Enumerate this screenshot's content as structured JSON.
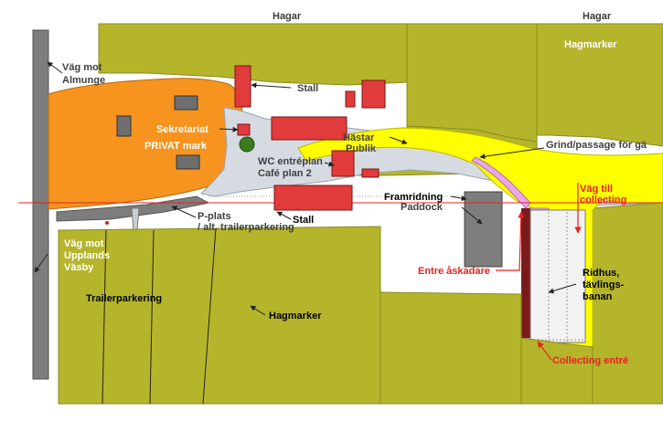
{
  "colors": {
    "field": "#b5b52c",
    "field_stroke": "#8a8a1c",
    "private": "#f6941f",
    "building": "#e13b3b",
    "road": "#7d7d7d",
    "path_yellow": "#ffff00",
    "path_pink": "#e9a6e6",
    "yard": "#d6dbe1",
    "tree": "#3b7a1f",
    "annotation_red": "#e8201f"
  },
  "labels": {
    "hagar_top": "Hagar",
    "hagar_right": "Hagar",
    "hagmarker_top": "Hagmarker",
    "vag_almunge_1": "Väg mot",
    "vag_almunge_2": "Almunge",
    "stall_top": "Stall",
    "sekretariat": "Sekretariat",
    "privat_mark": "PRIVAT mark",
    "hastar": "Hästar",
    "publik": "Publik",
    "grind": "Grind/passage för gä",
    "wc_1": "WC entréplan",
    "wc_2": "Café plan 2",
    "framridning": "Framridning",
    "paddock": "Paddock",
    "vag_collecting_1": "Väg till",
    "vag_collecting_2": "collecting",
    "pplats_1": "P-plats",
    "pplats_2": "/ alt. trailerparkering",
    "stall_bottom": "Stall",
    "vag_upplands_1": "Väg mot",
    "vag_upplands_2": "Upplands",
    "vag_upplands_3": "Väsby",
    "trailerparkering": "Trailerparkering",
    "hagmarker_bottom": "Hagmarker",
    "entre_askadare": "Entre åskadare",
    "ridhus_1": "Ridhus,",
    "ridhus_2": "tävlings-",
    "ridhus_3": "banan",
    "collecting_entre": "Collecting entré"
  }
}
